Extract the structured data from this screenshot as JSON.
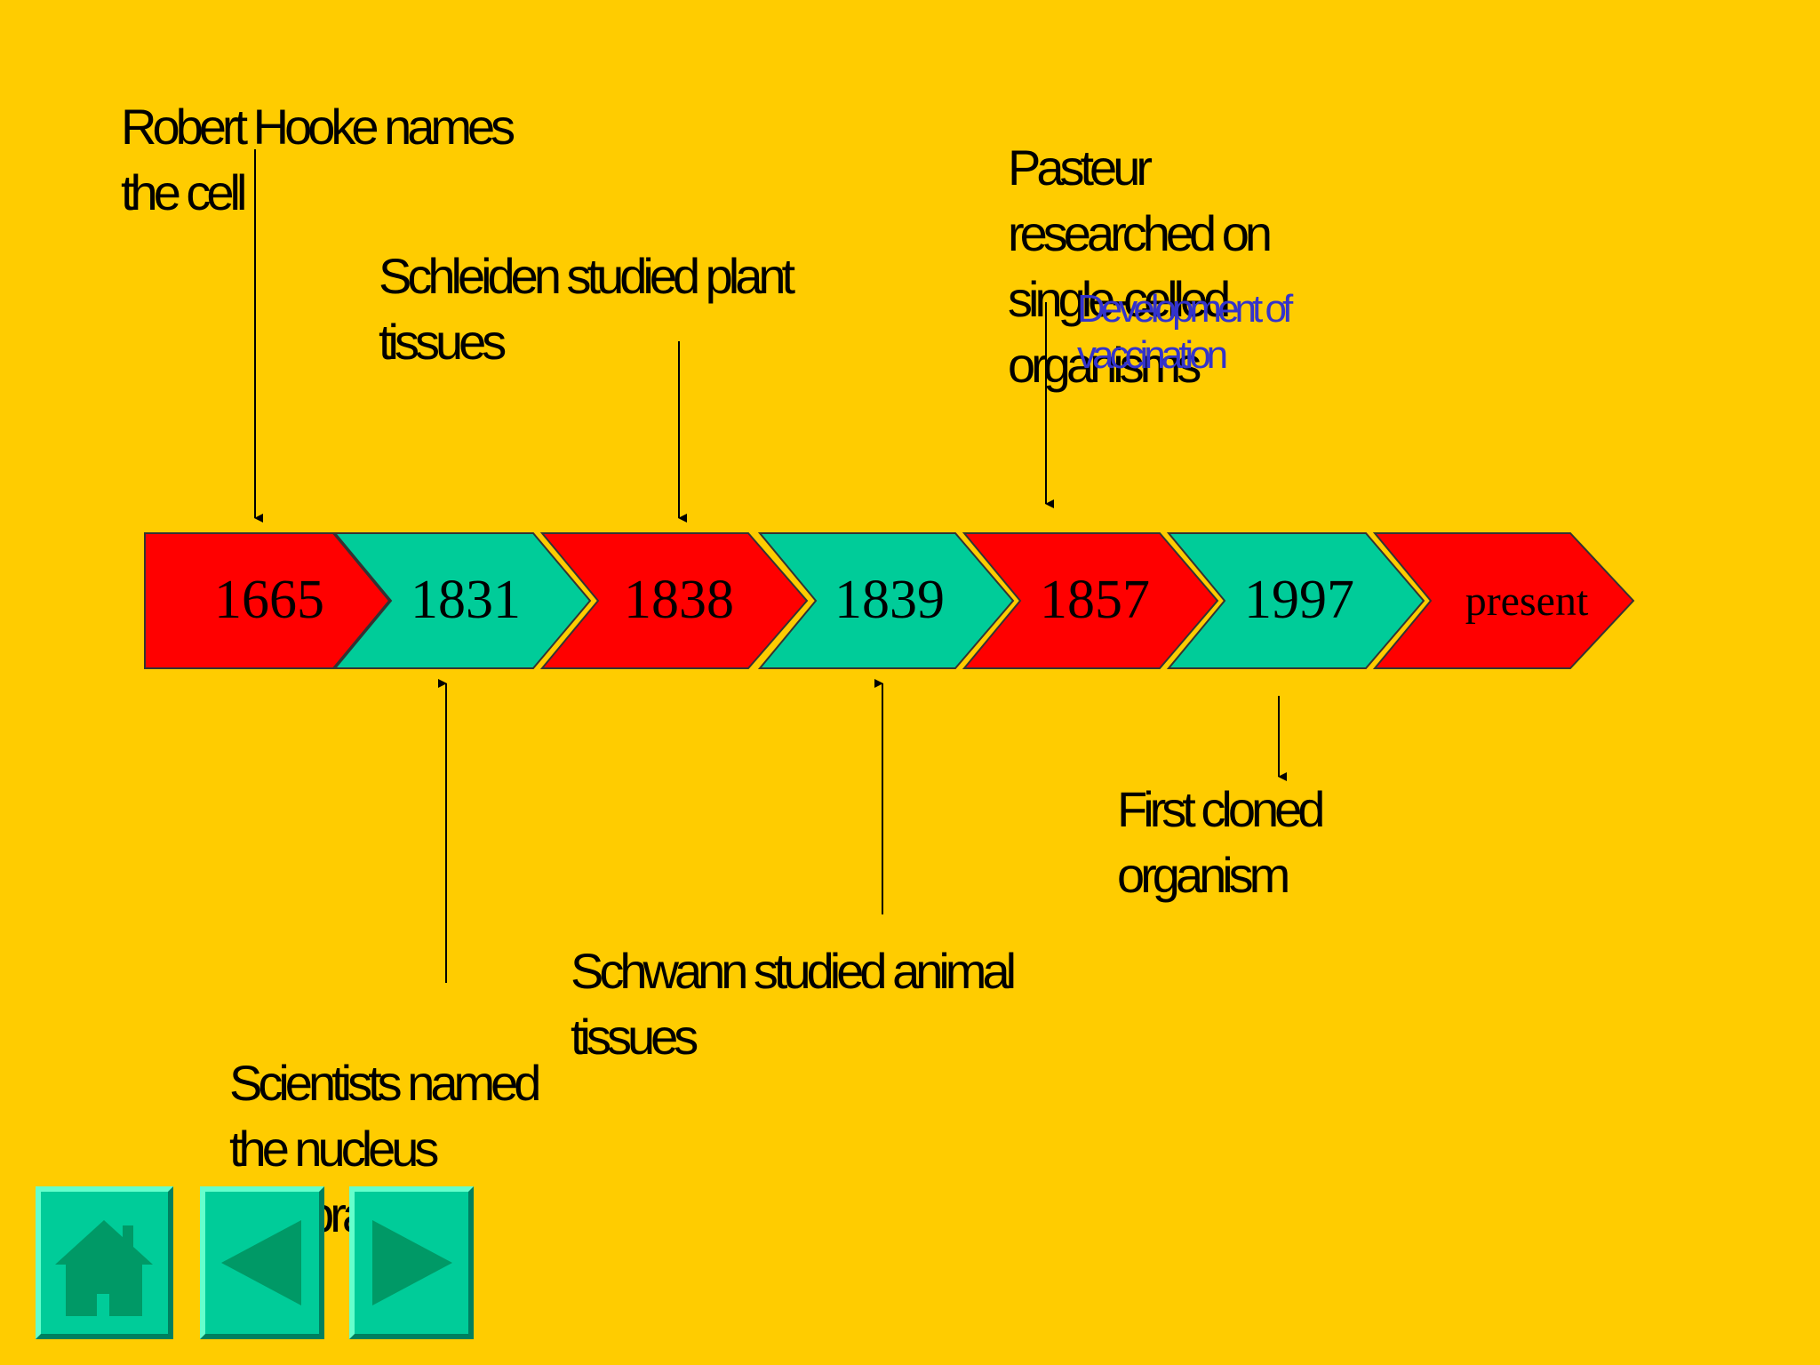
{
  "timeline": {
    "segments": [
      {
        "label": "1665",
        "color": "#FF0000"
      },
      {
        "label": "1831",
        "color": "#00CC99"
      },
      {
        "label": "1838",
        "color": "#FF0000"
      },
      {
        "label": "1839",
        "color": "#00CC99"
      },
      {
        "label": "1857",
        "color": "#FF0000"
      },
      {
        "label": "1997",
        "color": "#00CC99"
      },
      {
        "label": "present",
        "color": "#FF0000"
      }
    ]
  },
  "events": {
    "hooke": [
      "Robert Hooke names",
      "the cell"
    ],
    "schleiden": [
      "Schleiden studied plant",
      "tissues"
    ],
    "pasteur": [
      "Pasteur",
      "researched on",
      "single-celled",
      "organisms"
    ],
    "vaccination": [
      "Development of",
      "vaccination"
    ],
    "cloned": [
      "First cloned",
      "organism"
    ],
    "schwann": [
      "Schwann studied animal",
      "tissues"
    ],
    "nucleus": [
      "Scientists named",
      "the nucleus",
      "“the brain.”"
    ]
  },
  "nav": {
    "home_icon": "home-icon",
    "prev_icon": "triangle-left-icon",
    "next_icon": "triangle-right-icon"
  },
  "colors": {
    "background": "#FFCC00",
    "red": "#FF0000",
    "green": "#00CC99",
    "blue_text": "#3333CC"
  }
}
